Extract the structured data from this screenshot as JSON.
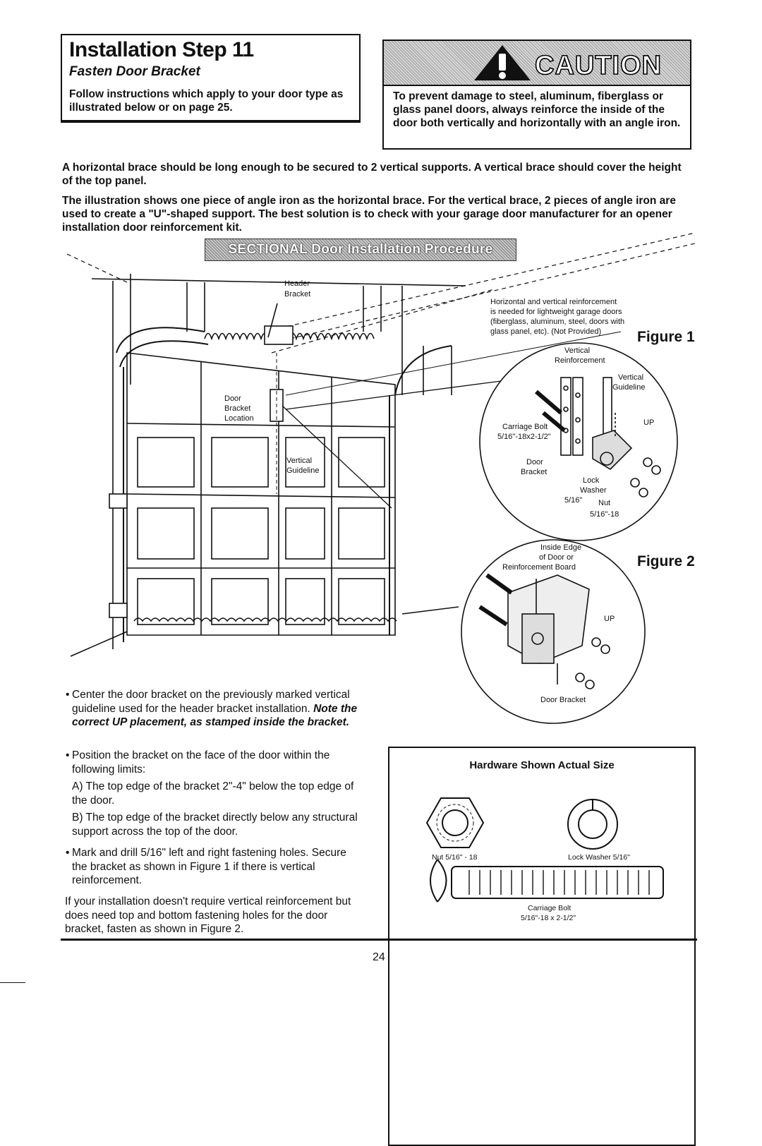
{
  "step": {
    "title": "Installation Step 11",
    "subtitle": "Fasten Door Bracket",
    "instructions": "Follow instructions which apply to your door type as illustrated below or on page 25."
  },
  "caution": {
    "header": "CAUTION",
    "text": "To prevent damage to steel, aluminum, fiberglass or glass panel doors, always reinforce the inside of the door both vertically and horizontally with an angle iron."
  },
  "body": {
    "para1": "A horizontal brace should be long enough to be secured to 2 vertical supports. A vertical brace should cover the height of the top panel.",
    "para2": "The illustration shows one piece of angle iron as the horizontal brace. For the vertical brace, 2 pieces of angle iron are used to create a \"U\"-shaped support. The best solution is to check with your garage door manufacturer for an opener installation door reinforcement kit."
  },
  "banner": "SECTIONAL Door Installation Procedure",
  "figure_main": {
    "header_bracket": [
      "Header",
      "Bracket"
    ],
    "reinforcement_note": [
      "Horizontal and vertical reinforcement",
      "is needed for lightweight garage doors",
      "(fiberglass, aluminum, steel, doors with",
      "glass panel, etc). (Not Provided)"
    ],
    "door_bracket_location": [
      "Door",
      "Bracket",
      "Location"
    ],
    "vertical_guideline": [
      "Vertical",
      "Guideline"
    ]
  },
  "figure1": {
    "label": "Figure 1",
    "vertical_reinforcement": [
      "Vertical",
      "Reinforcement"
    ],
    "vertical_guideline": [
      "Vertical",
      "Guideline"
    ],
    "carriage_bolt": [
      "Carriage Bolt",
      "5/16\"-18x2-1/2\""
    ],
    "up": "UP",
    "door_bracket": [
      "Door",
      "Bracket"
    ],
    "lock_washer": [
      "Lock",
      "Washer",
      "5/16\""
    ],
    "nut": [
      "Nut",
      "5/16\"-18"
    ]
  },
  "figure2": {
    "label": "Figure 2",
    "inside_edge": [
      "Inside Edge",
      "of Door or",
      "Reinforcement Board"
    ],
    "up": "UP",
    "door_bracket": "Door Bracket"
  },
  "instructions": {
    "b1_plain": "Center the door bracket on the previously marked vertical guideline used for the header bracket installation. ",
    "b1_italic": "Note the correct UP placement, as stamped inside the bracket.",
    "b2": "Position the bracket on the face of the door within the following limits:",
    "a": "A) The top edge of the bracket 2\"-4\" below the top edge of the door.",
    "b": "B) The top edge of the bracket directly below any structural support across the top of the door.",
    "b3": "Mark and drill 5/16\" left and right fastening holes. Secure the bracket as shown in Figure 1 if there is vertical reinforcement.",
    "closing": "If your installation doesn't require vertical reinforcement but does need top and bottom fastening holes for the door bracket, fasten as shown in Figure 2."
  },
  "hardware": {
    "title": "Hardware Shown Actual Size",
    "nut": "Nut 5/16\" - 18",
    "lock_washer": "Lock Washer 5/16\"",
    "carriage_bolt": [
      "Carriage Bolt",
      "5/16\"-18 x 2-1/2\""
    ]
  },
  "page_number": "24"
}
